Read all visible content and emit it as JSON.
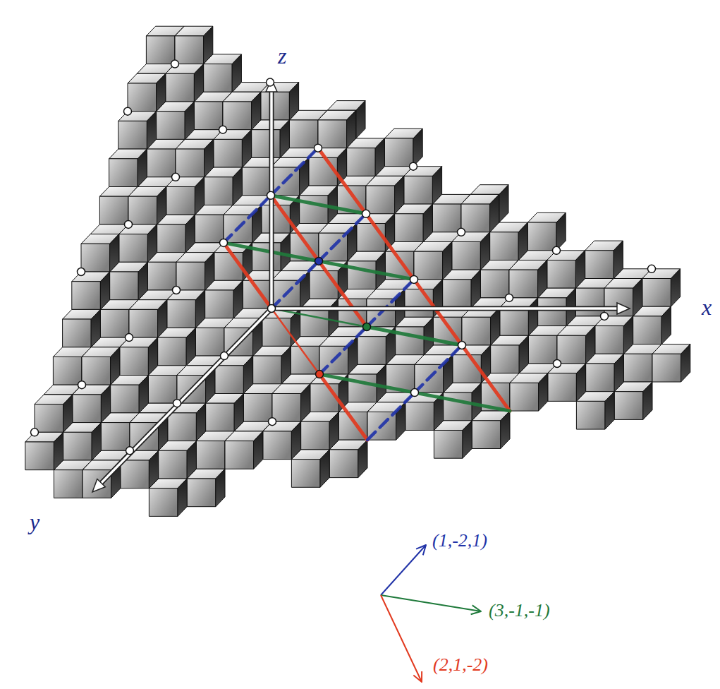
{
  "diagram": {
    "labels": [
      "z",
      "x",
      "y",
      "(1,-2,1)",
      "(3,-1,-1)",
      "(2,1,-2)"
    ]
  }
}
